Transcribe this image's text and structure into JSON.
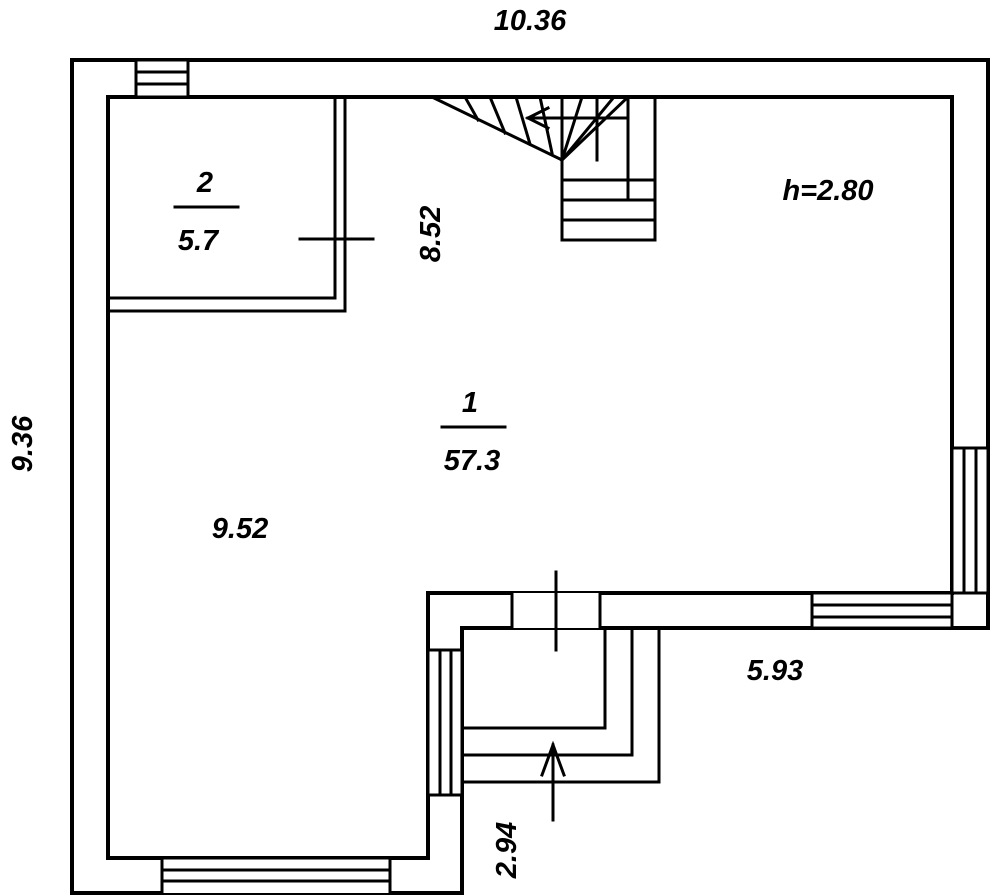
{
  "plan": {
    "dimensions": {
      "top_width": "10.36",
      "left_height": "9.36",
      "inner_left": "9.52",
      "inner_top": "8.52",
      "lower_right": "5.93",
      "entrance": "2.94"
    },
    "ceiling_height": "h=2.80",
    "rooms": [
      {
        "number": "1",
        "area": "57.3"
      },
      {
        "number": "2",
        "area": "5.7"
      }
    ]
  }
}
